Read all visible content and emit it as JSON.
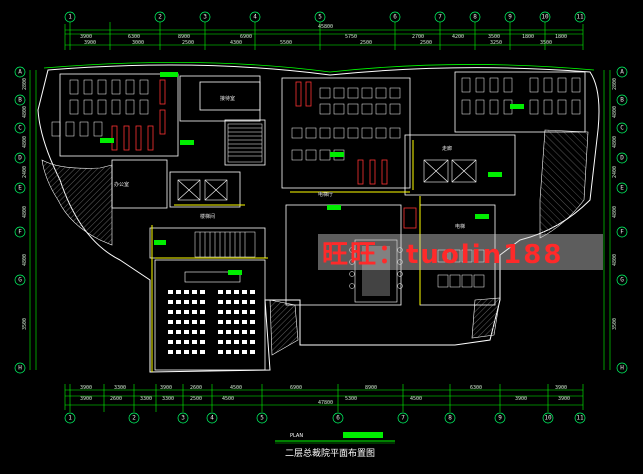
{
  "drawing": {
    "title": "二层总裁院平面布置图",
    "scale_label": "PLAN",
    "watermark": "旺旺：tuolin188",
    "colors": {
      "background": "#000000",
      "outline": "#ffffff",
      "dimension": "#00ff00",
      "axis_circle": "#00ff66",
      "hatch": "#808080",
      "accent_wall": "#ffff00",
      "furniture": "#ff3333",
      "watermark": "#ff2a2a"
    }
  },
  "dimensions": {
    "top_row1": [
      "3900",
      "6300",
      "8900",
      "6900",
      "5750",
      "2700",
      "4200",
      "3500",
      "1800",
      "1800"
    ],
    "top_total": "45800",
    "top_row2": [
      "3900",
      "3000",
      "2500",
      "4300",
      "5500",
      "2500",
      "2500",
      "3250",
      "3500"
    ],
    "bottom_row1": [
      "3900",
      "3300",
      "3900",
      "2600",
      "4500",
      "6900",
      "8900",
      "6300",
      "3900"
    ],
    "bottom_row2": [
      "3900",
      "2600",
      "3300",
      "3300",
      "2500",
      "4500",
      "5300",
      "4500",
      "3900",
      "3900"
    ],
    "bottom_total": "47800",
    "left": [
      "2800",
      "4800",
      "4800",
      "2400",
      "4800",
      "4800",
      "3500"
    ],
    "right": [
      "2800",
      "4800",
      "4800",
      "2400",
      "4800",
      "4800",
      "3500"
    ]
  },
  "axis_labels": {
    "top": [
      "1",
      "2",
      "3",
      "4",
      "5",
      "6",
      "7",
      "8",
      "9",
      "10",
      "11"
    ],
    "bottom": [
      "1",
      "2",
      "3",
      "4",
      "5",
      "6",
      "7",
      "8",
      "9",
      "10",
      "11"
    ],
    "left": [
      "A",
      "B",
      "C",
      "D",
      "E",
      "F",
      "G",
      "H"
    ],
    "right": [
      "A",
      "B",
      "C",
      "D",
      "E",
      "F",
      "G",
      "H"
    ]
  },
  "room_labels": {
    "reception": "接待室",
    "office": "办公室",
    "lobby": "电梯厅",
    "stair": "楼梯间",
    "corridor": "走廊",
    "elevator": "电梯"
  }
}
